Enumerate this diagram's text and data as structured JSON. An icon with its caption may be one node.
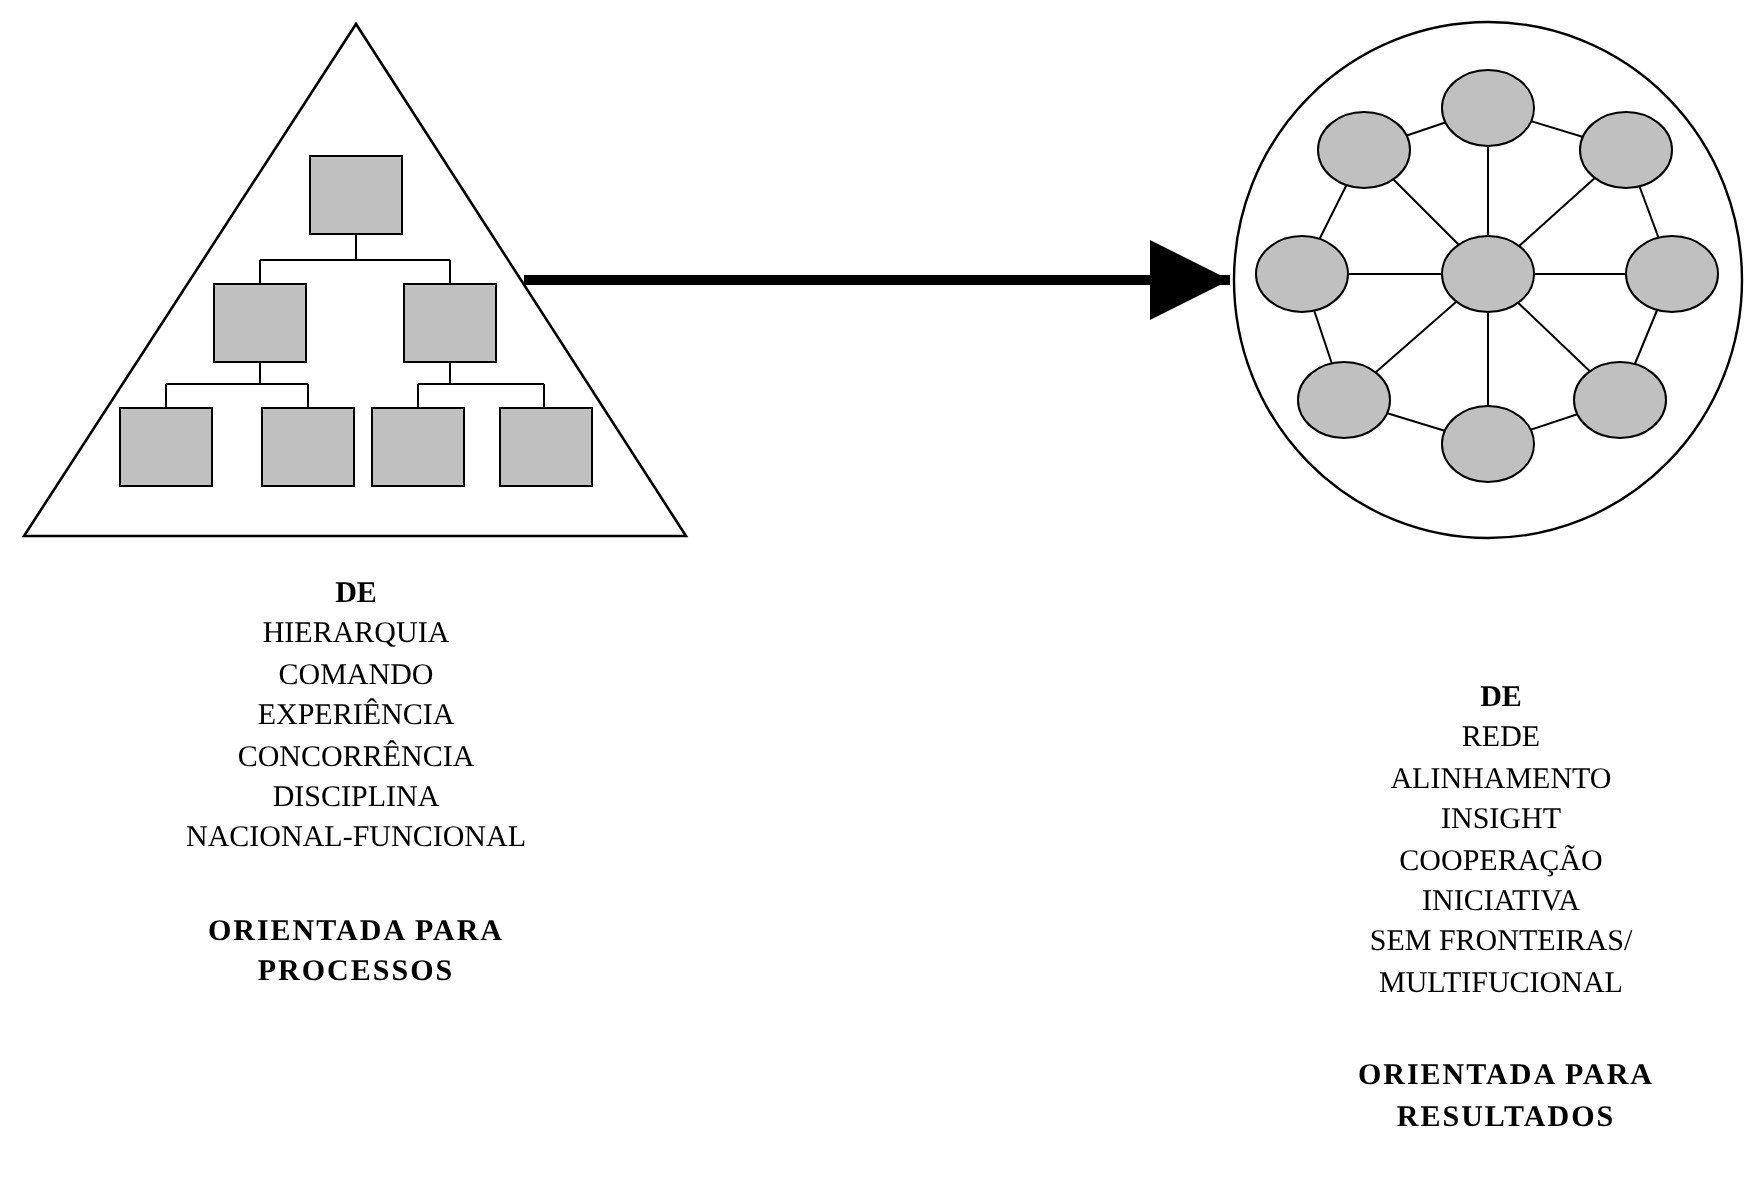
{
  "diagram": {
    "nodes": [
      {
        "text": [],
        "shape": "picture",
        "beside": [
          "DE",
          "HIERARQUIA",
          "COMANDO",
          "EXPERIÊNCIA",
          "CONCORRÊNCIA",
          "DISCIPLINA",
          "NACIONAL-FUNCIONAL",
          "ORIENTADA PARA PROCESSOS"
        ]
      },
      {
        "text": [],
        "shape": "picture",
        "beside": [
          "DE",
          "REDE",
          "ALINHAMENTO",
          "INSIGHT",
          "COOPERAÇÃO",
          "INICIATIVA",
          "SEM FRONTEIRAS/ MULTIFUCIONAL",
          "ORIENTADA PARA RESULTADOS"
        ]
      }
    ],
    "edges": [
      {
        "from": 0,
        "to": 1,
        "arrow": "to"
      }
    ]
  }
}
